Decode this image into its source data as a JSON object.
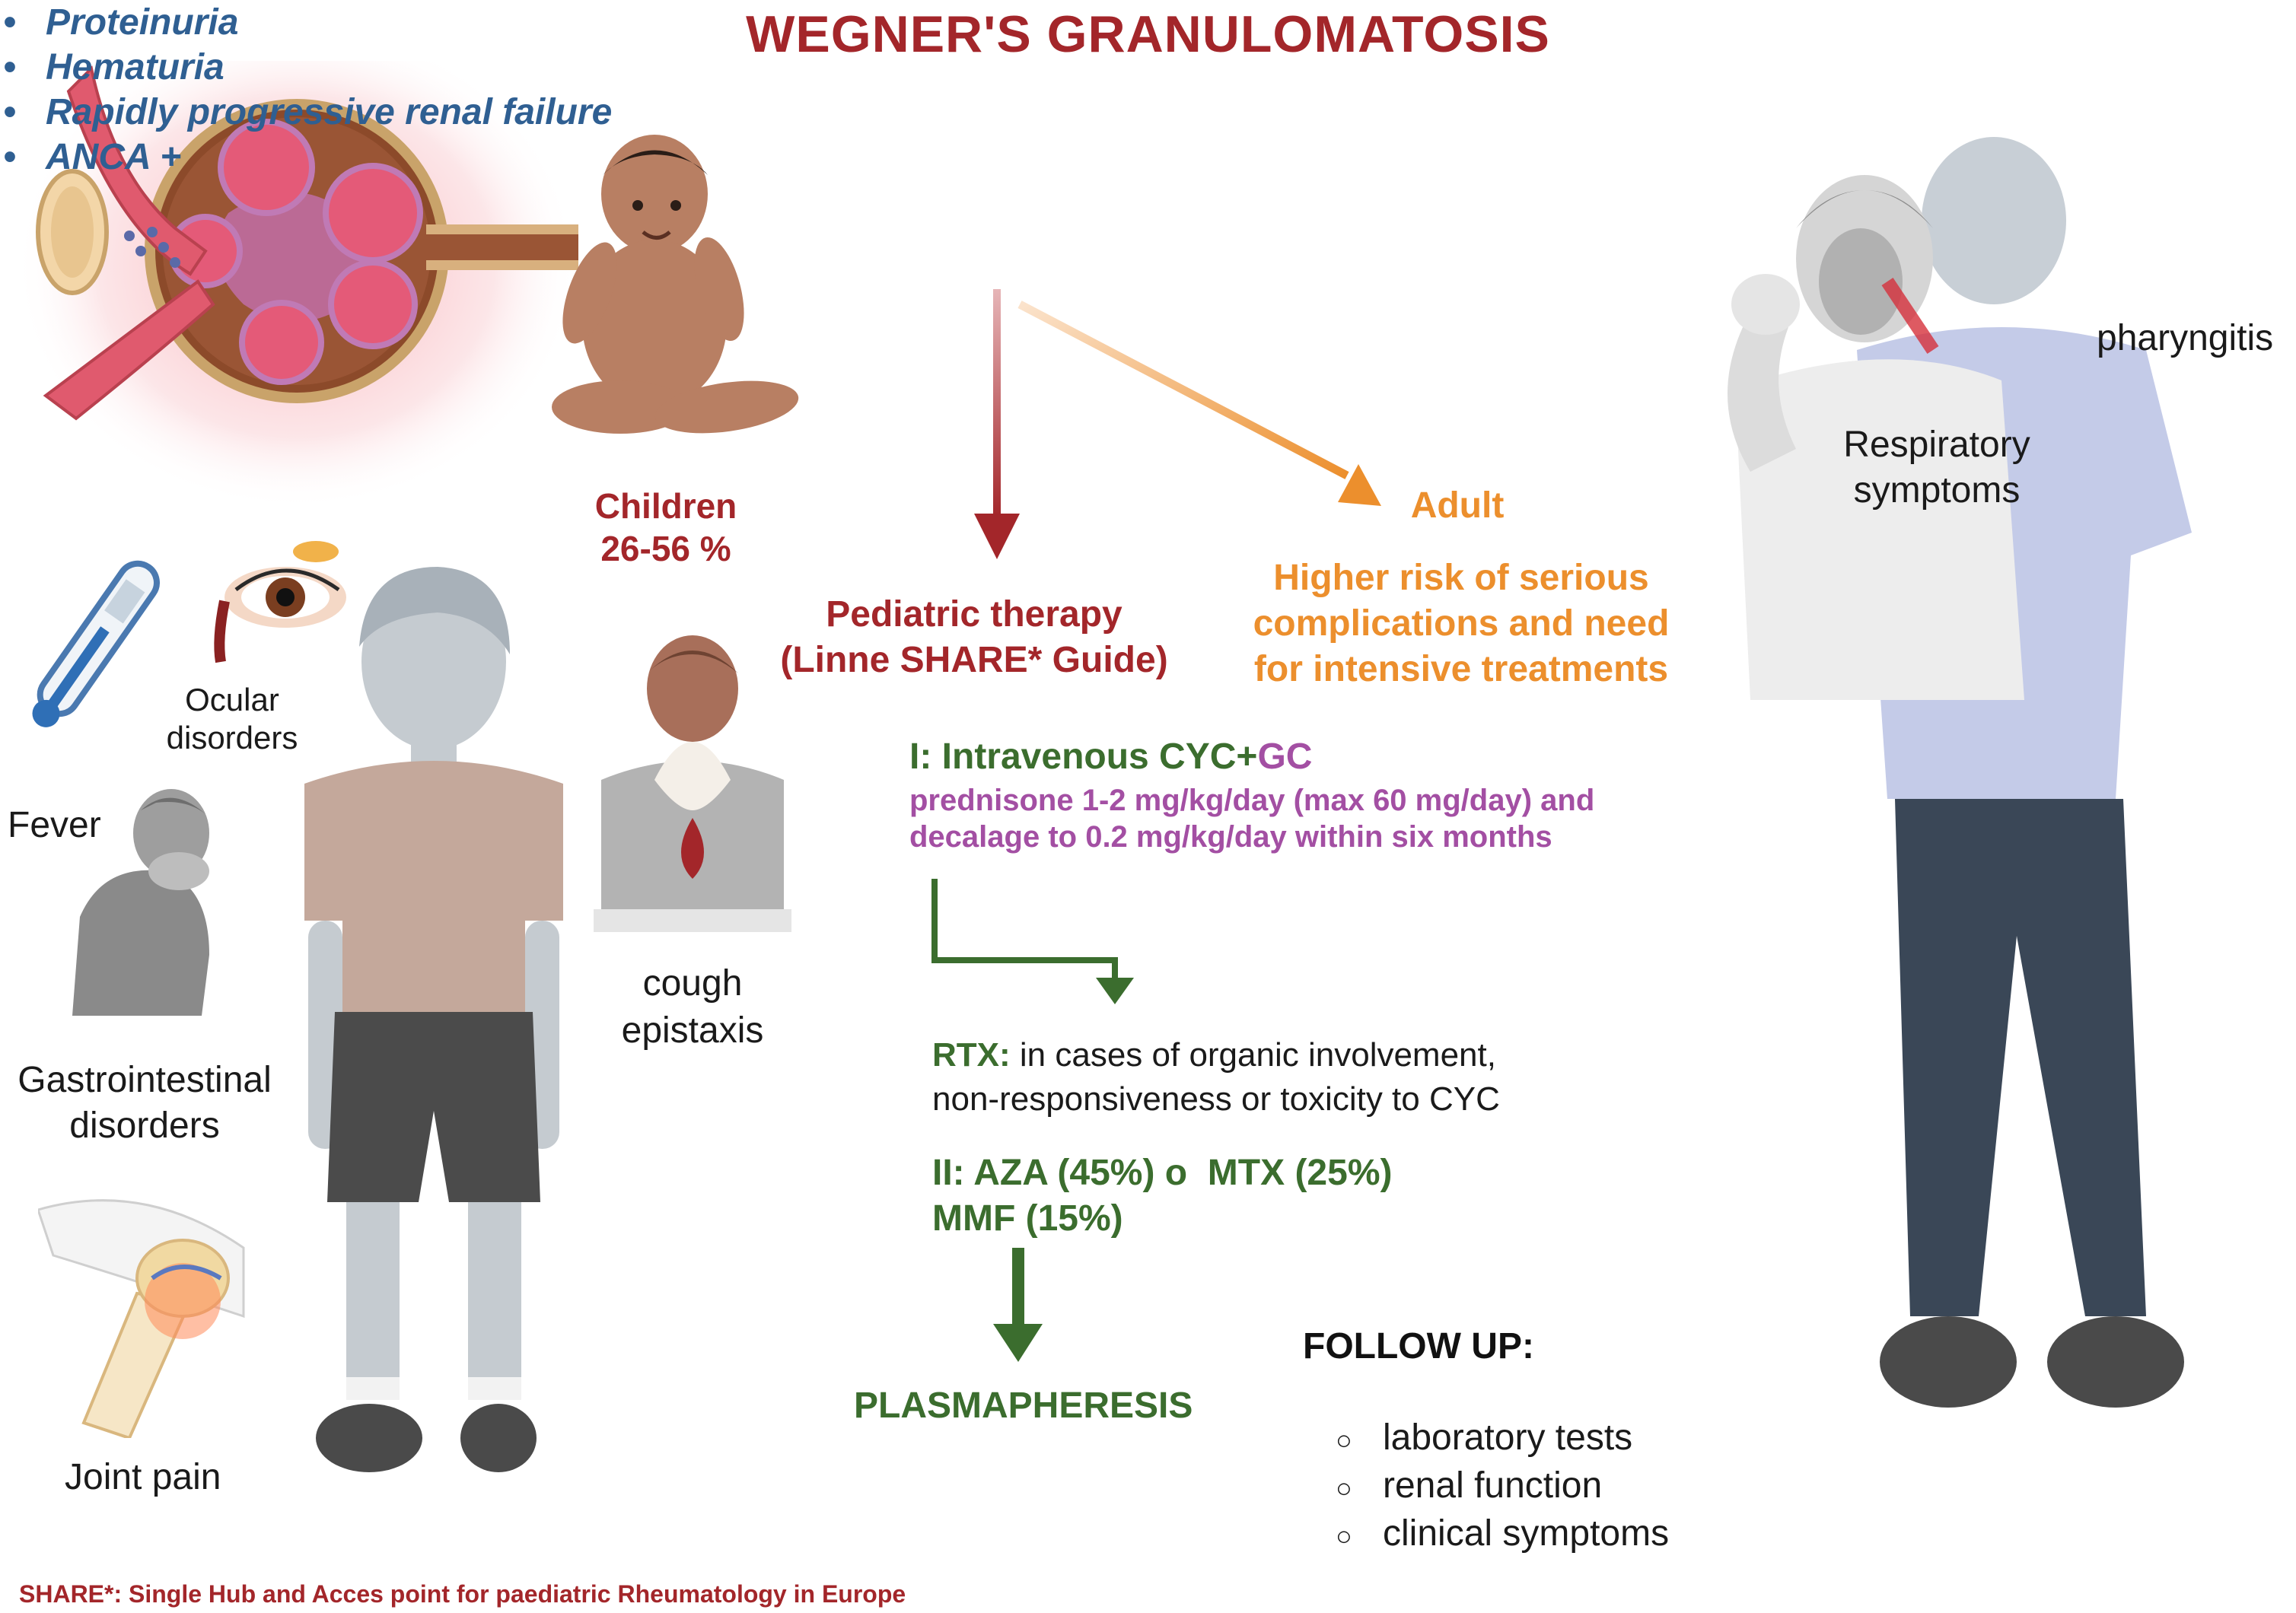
{
  "title": "WEGNER'S GRANULOMATOSIS",
  "renal_symptoms": [
    "Proteinuria",
    "Hematuria",
    "Rapidly progressive renal failure",
    "ANCA +"
  ],
  "children": {
    "label": "Children",
    "percent": "26-56 %"
  },
  "adult": {
    "label": "Adult",
    "risk_lines": [
      "Higher risk of serious",
      "complications and need",
      "for intensive treatments"
    ]
  },
  "pediatric_therapy": {
    "line1": "Pediatric therapy",
    "line2": "(Linne SHARE* Guide)"
  },
  "therapy_I": {
    "prefix": "I: Intravenous CYC+",
    "gc": "GC",
    "detail_lines": [
      "prednisone 1-2 mg/kg/day (max 60 mg/day) and",
      "decalage to 0.2 mg/kg/day within six months"
    ]
  },
  "rtx": {
    "label": "RTX:",
    "line1": " in cases of organic involvement,",
    "line2": "non-responsiveness or toxicity to CYC"
  },
  "therapy_II": {
    "line1": "II: AZA (45%) o  MTX (25%)",
    "line2": "MMF (15%)"
  },
  "plasmapheresis": "PLASMAPHERESIS",
  "follow_up": {
    "heading": "FOLLOW UP:",
    "items": [
      "laboratory tests",
      "renal function",
      "clinical symptoms"
    ]
  },
  "left_labels": {
    "ocular": [
      "Ocular",
      "disorders"
    ],
    "fever": "Fever",
    "gi": [
      "Gastrointestinal",
      "disorders"
    ],
    "joint": "Joint pain",
    "cough": [
      "cough",
      "epistaxis"
    ]
  },
  "right_labels": {
    "pharyngitis": "pharyngitis",
    "respiratory": [
      "Respiratory",
      "symptoms"
    ]
  },
  "footnote": "SHARE*: Single Hub and Acces point for paediatric Rheumatology in Europe",
  "colors": {
    "title_red": "#a3262a",
    "symptom_blue": "#2f5f92",
    "adult_orange": "#ec8f2d",
    "therapy_green": "#3b6d2e",
    "gc_purple": "#a34fa3"
  }
}
